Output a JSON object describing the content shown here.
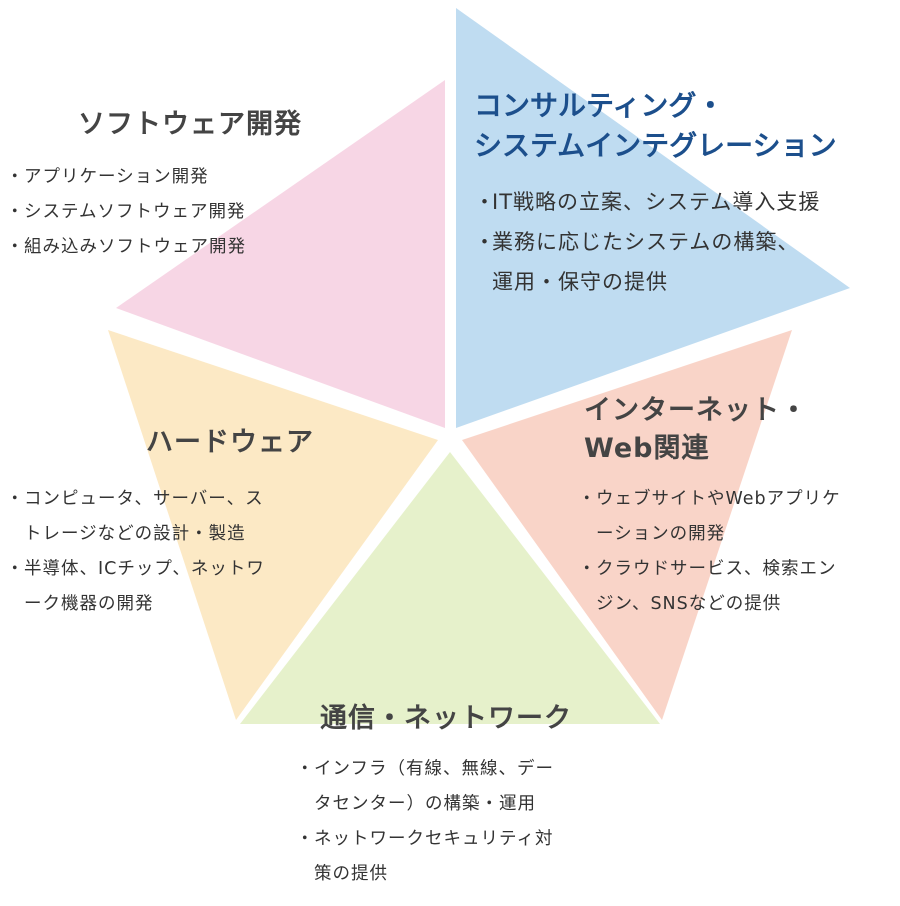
{
  "colors": {
    "consulting": "#b4d6ee",
    "software": "#f6cfe0",
    "hardware": "#fbe3b6",
    "internet": "#f8c9ba",
    "network": "#e2eec2",
    "accent": "#1c4f8c",
    "text": "#333333"
  },
  "segments": {
    "consulting": {
      "title_lines": [
        "コンサルティング・",
        "システムインテグレーション"
      ],
      "items": [
        "IT戦略の立案、システム導入支援",
        "業務に応じたシステムの構築、\n運用・保守の提供"
      ]
    },
    "software": {
      "title_lines": [
        "ソフトウェア開発"
      ],
      "items": [
        "アプリケーション開発",
        "システムソフトウェア開発",
        "組み込みソフトウェア開発"
      ]
    },
    "hardware": {
      "title_lines": [
        "ハードウェア"
      ],
      "items": [
        "コンピュータ、サーバー、ス\nトレージなどの設計・製造",
        "半導体、ICチップ、ネットワ\nーク機器の開発"
      ]
    },
    "internet": {
      "title_lines": [
        "インターネット・",
        "Web関連"
      ],
      "items": [
        "ウェブサイトやWebアプリケ\nーションの開発",
        "クラウドサービス、検索エン\nジン、SNSなどの提供"
      ]
    },
    "network": {
      "title_lines": [
        "通信・ネットワーク"
      ],
      "items": [
        "インフラ（有線、無線、デー\nタセンター）の構築・運用",
        "ネットワークセキュリティ対\n策の提供"
      ]
    }
  }
}
